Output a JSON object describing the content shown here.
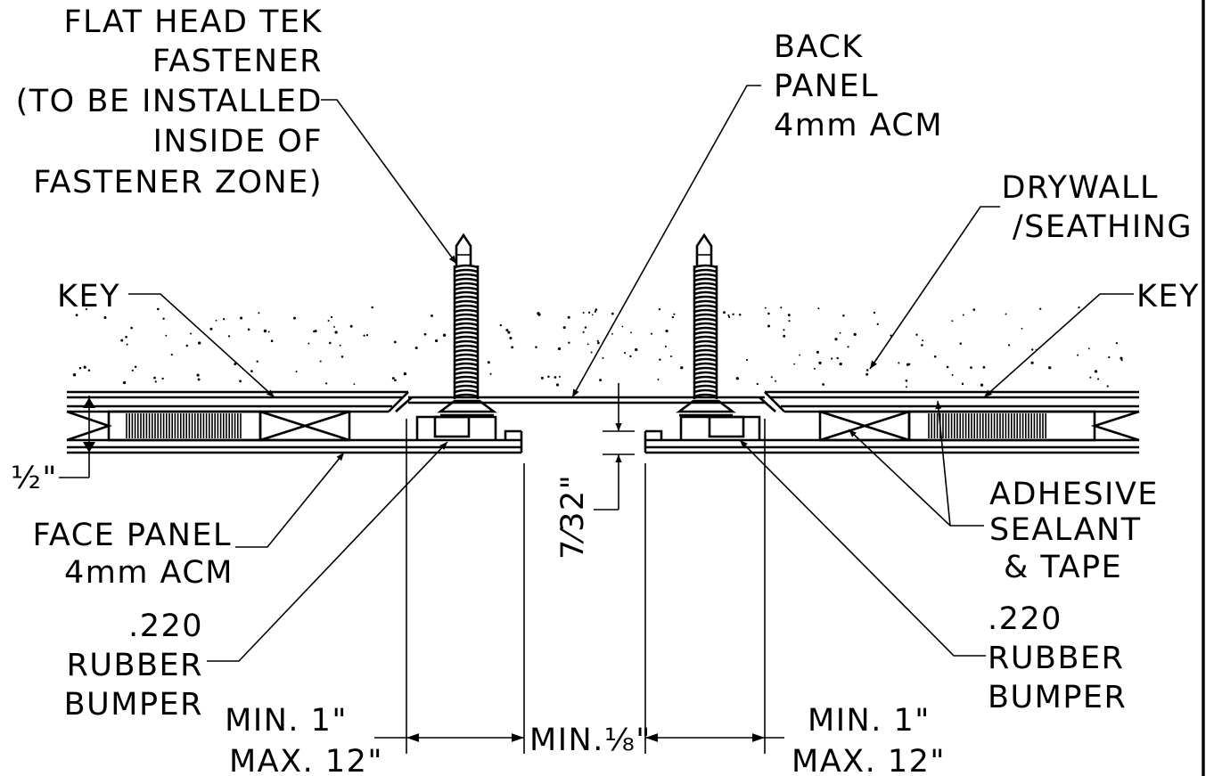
{
  "labels": {
    "fastener": {
      "line1": "FLAT HEAD TEK",
      "line2": "FASTENER",
      "line3": "(TO BE INSTALLED",
      "line4": "INSIDE OF",
      "line5": "FASTENER ZONE)"
    },
    "back_panel": {
      "line1": "BACK",
      "line2": "PANEL",
      "line3": "4mm ACM"
    },
    "drywall": {
      "line1": "DRYWALL",
      "line2": "/SEATHING"
    },
    "key_left": "KEY",
    "key_right": "KEY",
    "half_inch": "½\"",
    "face_panel": {
      "line1": "FACE PANEL",
      "line2": "4mm ACM"
    },
    "bumper_left": {
      "line1": ".220",
      "line2": "RUBBER",
      "line3": "BUMPER"
    },
    "bumper_right": {
      "line1": ".220",
      "line2": "RUBBER",
      "line3": "BUMPER"
    },
    "adhesive": {
      "line1": "ADHESIVE",
      "line2": "SEALANT",
      "line3": "& TAPE"
    },
    "gap_dim": "7⁄32\"",
    "dim_left": {
      "line1": "MIN. 1\"",
      "line2": "MAX. 12\""
    },
    "dim_center": "MIN.⅛\"",
    "dim_right": {
      "line1": "MIN. 1\"",
      "line2": "MAX. 12\""
    }
  }
}
